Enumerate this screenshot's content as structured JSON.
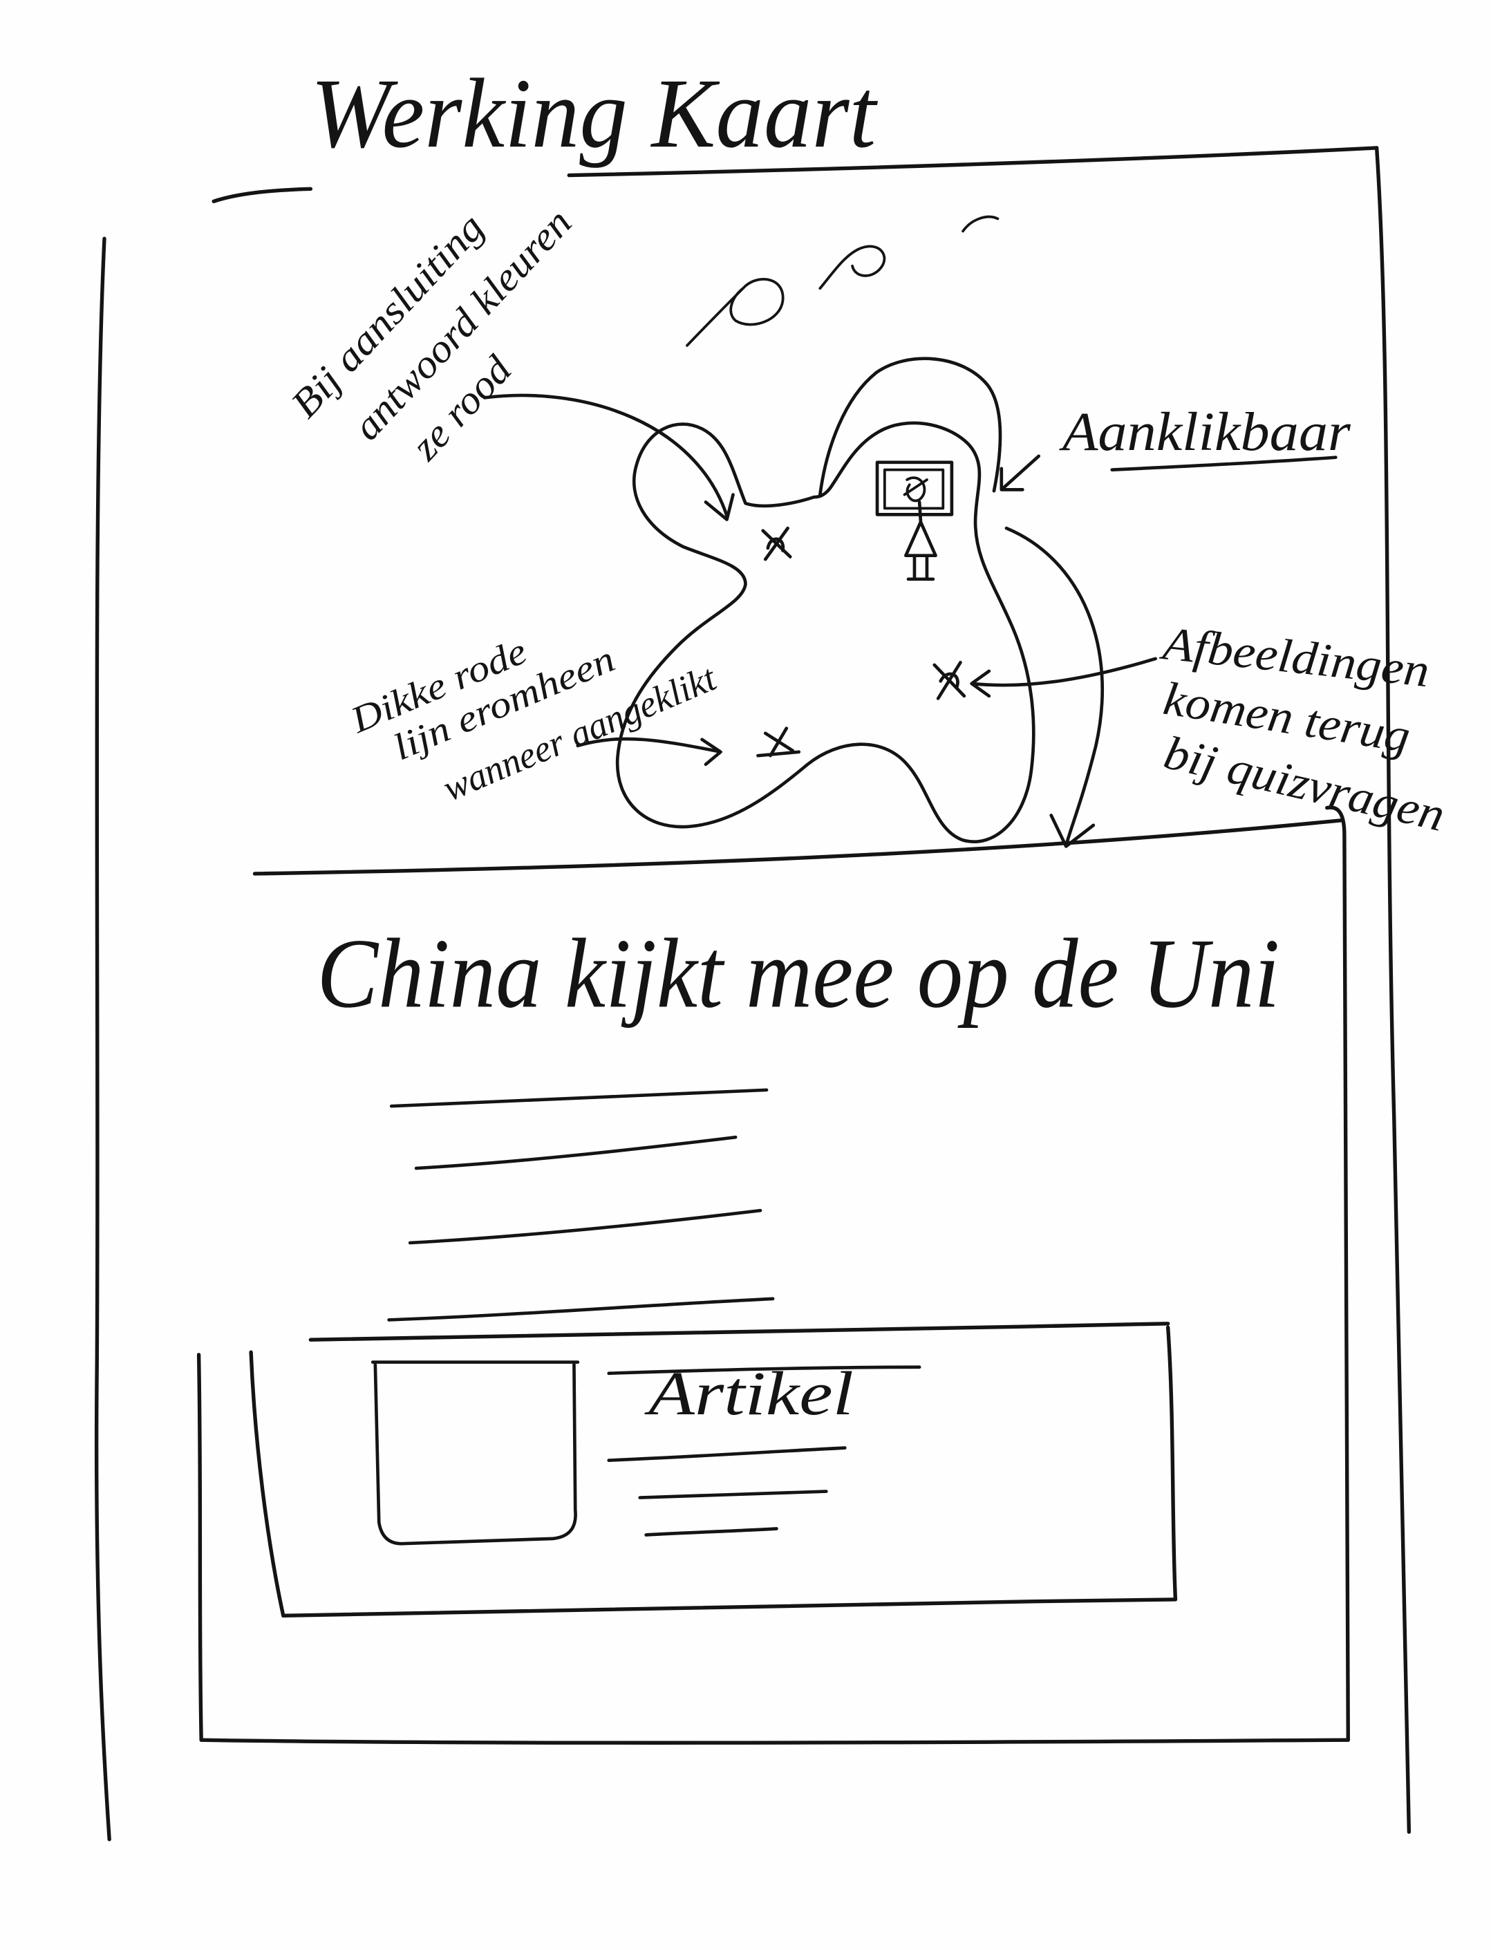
{
  "title": "Werking Kaart",
  "annotations": {
    "aansluiting": [
      "Bij aansluiting",
      "antwoord kleuren",
      "ze rood"
    ],
    "aanklikbaar": "Aanklikbaar",
    "afbeeldingen": [
      "Afbeeldingen",
      "komen terug",
      "bij quizvragen"
    ],
    "rode_lijn": [
      "Dikke rode",
      "lijn eromheen",
      "wanneer aangeklikt"
    ]
  },
  "article": {
    "heading": "China kijkt mee op de Uni",
    "card_title": "Artikel"
  },
  "colors": {
    "ink": "#141414",
    "paper": "#fefefe"
  }
}
